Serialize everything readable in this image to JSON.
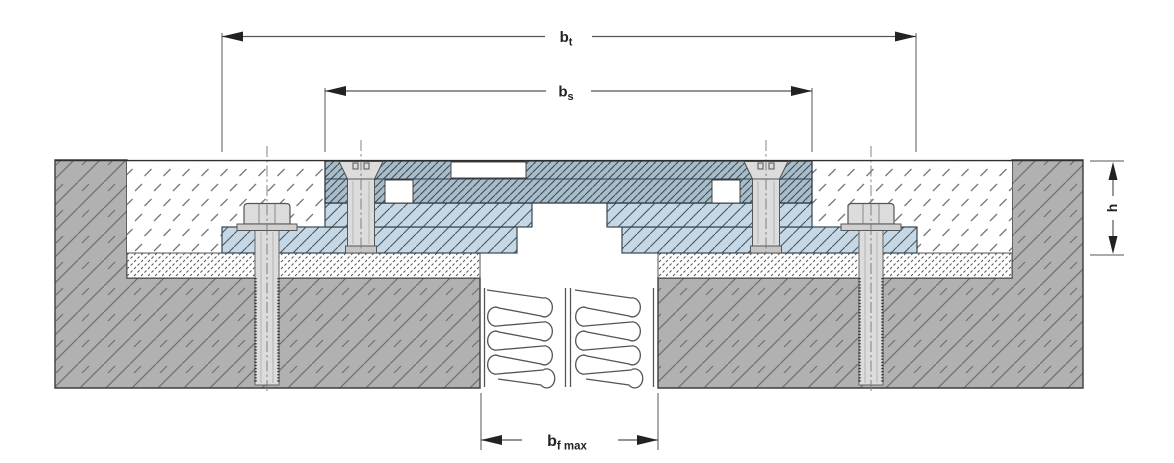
{
  "dimensions": {
    "bt": {
      "main": "b",
      "sub": "t"
    },
    "bs": {
      "main": "b",
      "sub": "s"
    },
    "bf_max": {
      "main": "b",
      "sub": "f max"
    },
    "h": {
      "main": "h"
    }
  },
  "colors": {
    "concrete": "#b1b1b1",
    "cover_plate": "#a9bcca",
    "side_plate": "#c6d8e5",
    "metal_light": "#dcdcdc",
    "metal_mid": "#cfcfcf",
    "metal_dark": "#c6c6c6",
    "outline": "#333333",
    "dimension_line": "#555555",
    "arrow": "#222222",
    "text": "#222222"
  }
}
